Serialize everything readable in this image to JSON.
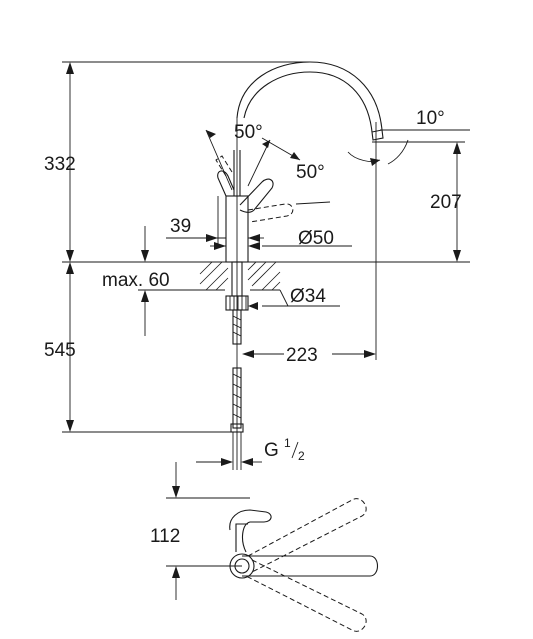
{
  "dimensions": {
    "height_above_counter": "332",
    "outlet_height": "207",
    "height_below_counter": "545",
    "reach": "223",
    "spout_tilt": "10°",
    "lever_angle_top": "50°",
    "lever_angle_side": "50°",
    "lever_offset": "39",
    "body_diameter": "Ø50",
    "max_counter_thickness": "max. 60",
    "hole_diameter": "Ø34",
    "connection_prefix": "G ",
    "connection_frac_num": "1",
    "connection_frac_den": "2",
    "top_view_offset": "112"
  }
}
